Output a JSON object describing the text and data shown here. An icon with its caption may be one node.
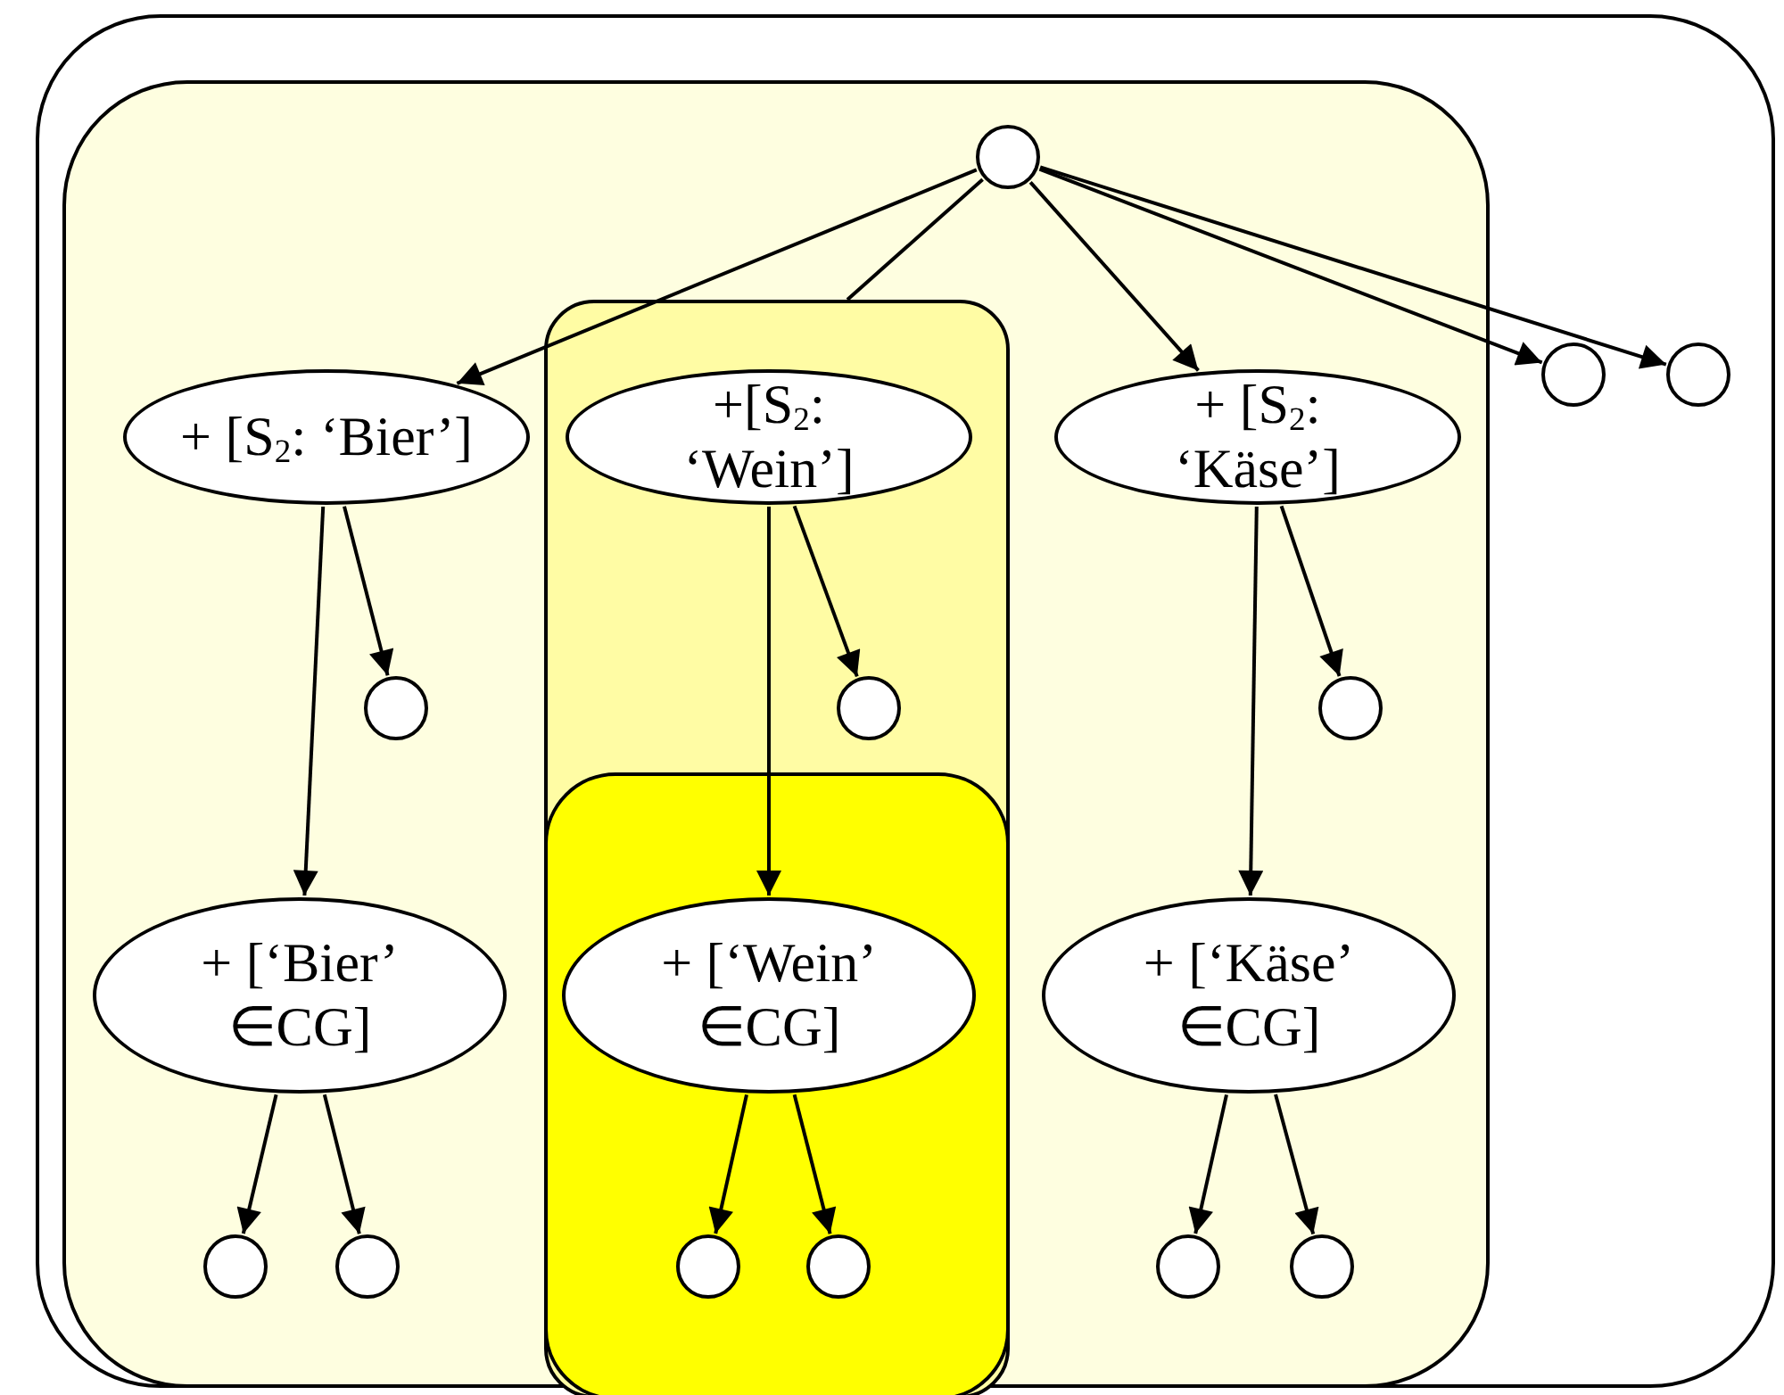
{
  "diagram": {
    "nodes": [
      {
        "text": [],
        "shape": "box"
      },
      {
        "text": [],
        "shape": "box",
        "in": 0
      },
      {
        "text": [],
        "shape": "circle",
        "in": 1
      },
      {
        "text": [
          "+ [S$_{2}$: ‘Bier’]"
        ],
        "in": 1
      },
      {
        "text": [],
        "shape": "box",
        "in": 1
      },
      {
        "text": [
          "+[S$_{2}$: ‘Wein’]"
        ],
        "in": 4
      },
      {
        "text": [
          "+ [S$_{2}$: ‘Käse’]"
        ],
        "in": 1
      },
      {
        "text": [],
        "shape": "circle",
        "in": 0
      },
      {
        "text": [],
        "shape": "circle",
        "in": 0
      },
      {
        "text": [],
        "shape": "circle",
        "in": 1
      },
      {
        "text": [],
        "shape": "circle",
        "in": 4
      },
      {
        "text": [],
        "shape": "circle",
        "in": 1
      },
      {
        "text": [],
        "shape": "box",
        "in": 4
      },
      {
        "text": [
          "+ [‘Bier’ ∈CG]"
        ],
        "in": 1
      },
      {
        "text": [
          "+ [‘Wein’ ∈CG]"
        ],
        "in": 12
      },
      {
        "text": [
          "+ [‘Käse’ ∈CG]"
        ],
        "in": 1
      },
      {
        "text": [],
        "shape": "circle",
        "in": 1
      },
      {
        "text": [],
        "shape": "circle",
        "in": 1
      },
      {
        "text": [],
        "shape": "circle",
        "in": 12
      },
      {
        "text": [],
        "shape": "circle",
        "in": 12
      },
      {
        "text": [],
        "shape": "circle",
        "in": 1
      },
      {
        "text": [],
        "shape": "circle",
        "in": 1
      }
    ],
    "edges": [
      {
        "from": 2,
        "to": 3,
        "arrow": "to"
      },
      {
        "from": 2,
        "to": 4,
        "arrow": "none"
      },
      {
        "from": 2,
        "to": 6,
        "arrow": "to"
      },
      {
        "from": 2,
        "to": 7,
        "arrow": "to"
      },
      {
        "from": 2,
        "to": 8,
        "arrow": "to"
      },
      {
        "from": 3,
        "to": 9,
        "arrow": "to"
      },
      {
        "from": 3,
        "to": 13,
        "arrow": "to"
      },
      {
        "from": 5,
        "to": 10,
        "arrow": "to"
      },
      {
        "from": 5,
        "to": 14,
        "arrow": "to"
      },
      {
        "from": 6,
        "to": 11,
        "arrow": "to"
      },
      {
        "from": 6,
        "to": 15,
        "arrow": "to"
      },
      {
        "from": 13,
        "to": 16,
        "arrow": "to"
      },
      {
        "from": 13,
        "to": 17,
        "arrow": "to"
      },
      {
        "from": 14,
        "to": 18,
        "arrow": "to"
      },
      {
        "from": 14,
        "to": 19,
        "arrow": "to"
      },
      {
        "from": 15,
        "to": 20,
        "arrow": "to"
      },
      {
        "from": 15,
        "to": 21,
        "arrow": "to"
      }
    ]
  }
}
